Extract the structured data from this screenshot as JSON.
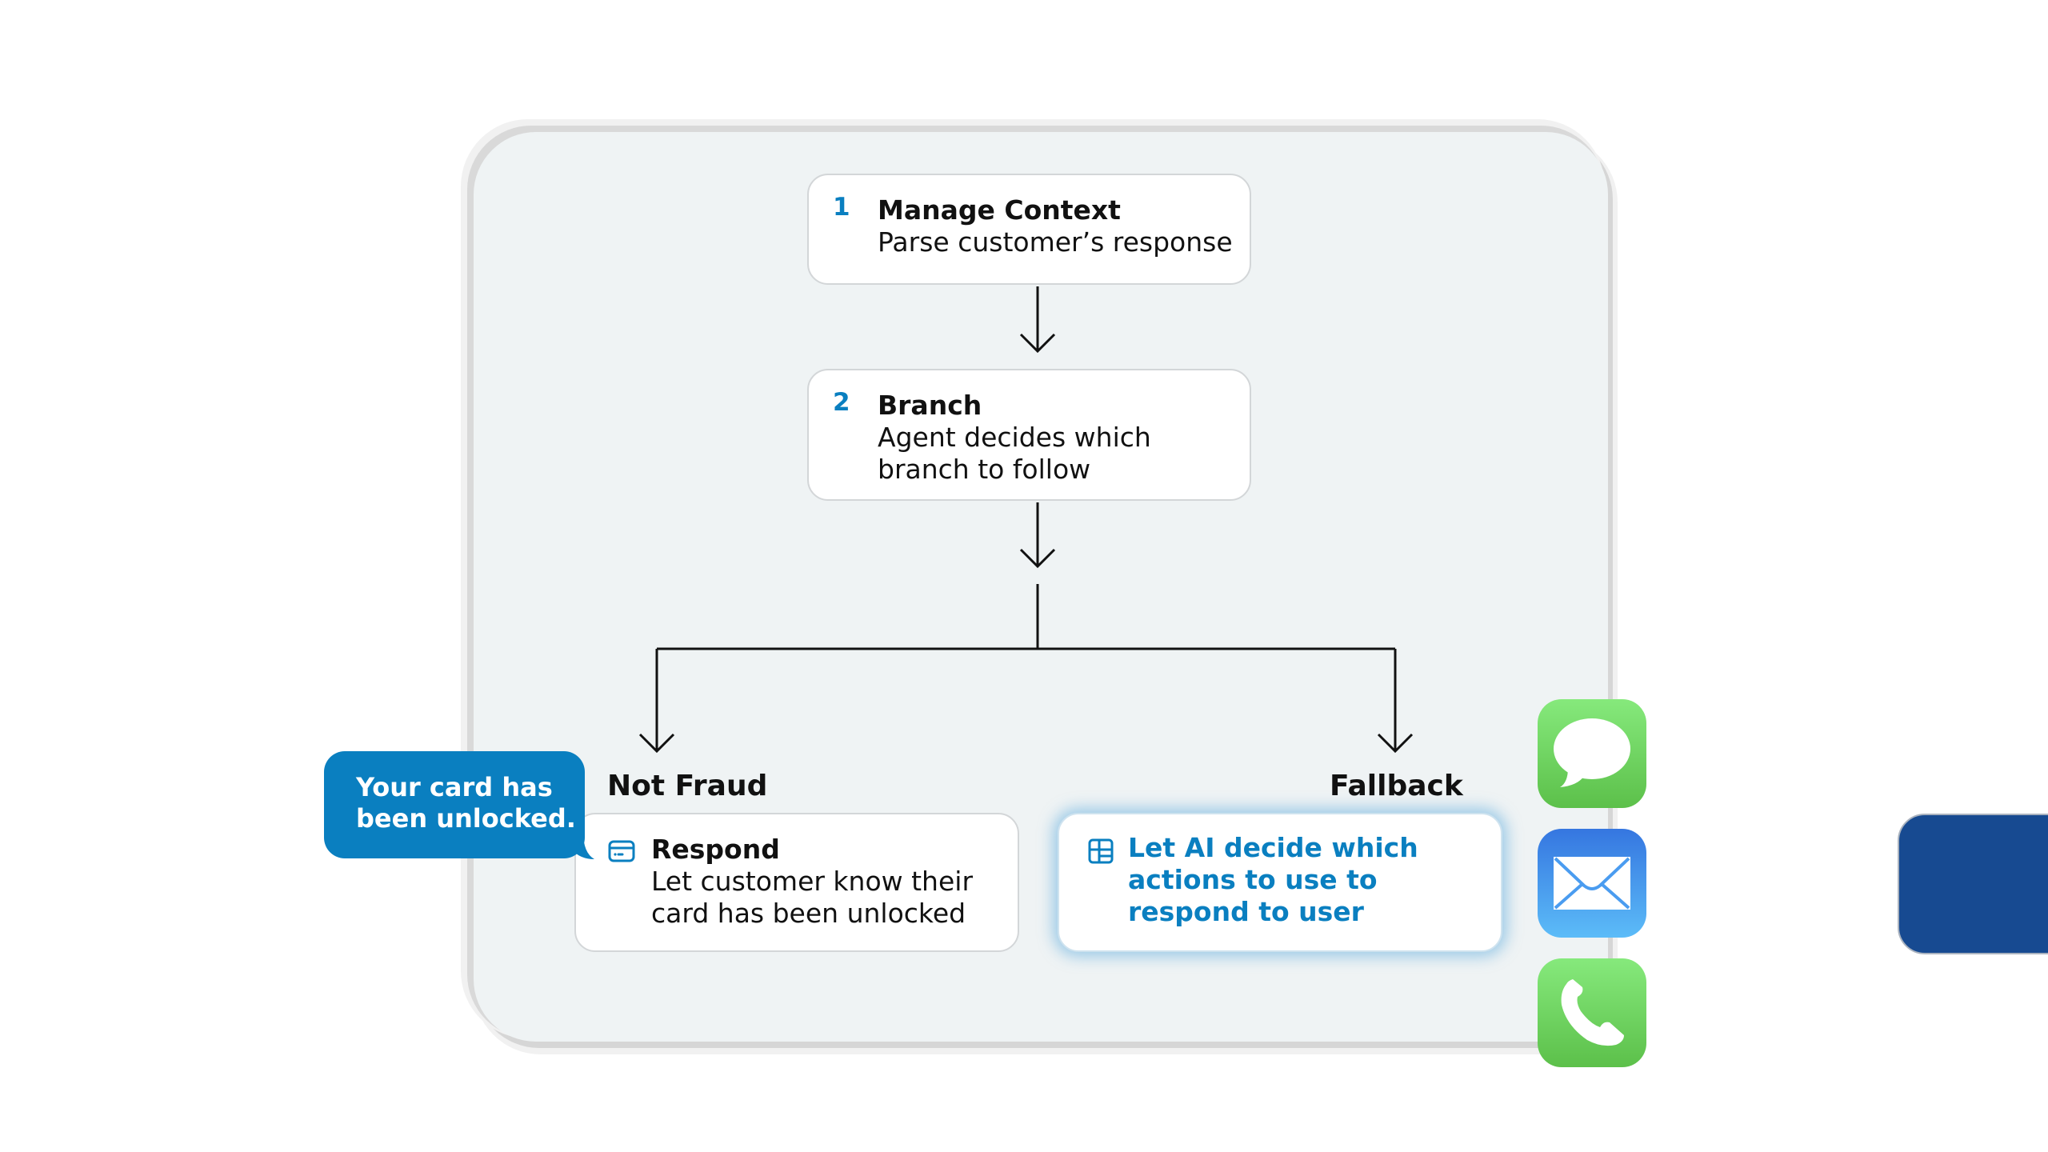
{
  "diagram": {
    "steps": [
      {
        "number": "1",
        "title": "Manage Context",
        "description": "Parse customer’s response"
      },
      {
        "number": "2",
        "title": "Branch",
        "description_lines": [
          "Agent decides which",
          "branch to follow"
        ]
      }
    ],
    "branches": [
      {
        "label": "Not Fraud",
        "node": {
          "icon": "credit-card-icon",
          "title": "Respond",
          "description_lines": [
            "Let customer know their",
            "card has been unlocked"
          ]
        }
      },
      {
        "label": "Fallback",
        "node": {
          "icon": "grid-layout-icon",
          "description_lines": [
            "Let AI decide which",
            "actions to use to",
            "respond to user"
          ],
          "highlighted": true
        }
      }
    ],
    "chat_bubble": {
      "lines": [
        "Your card has",
        "been unlocked."
      ]
    },
    "channels": [
      {
        "name": "Messages",
        "icon": "messages-icon"
      },
      {
        "name": "Mail",
        "icon": "mail-icon"
      },
      {
        "name": "Phone",
        "icon": "phone-icon"
      }
    ],
    "colors": {
      "accent": "#0a7fc0",
      "panel_bg": "#eff3f4",
      "messages_green": "#6fd35f",
      "mail_blue": "#3f8ee8",
      "edge_card_navy": "#174a91"
    }
  }
}
